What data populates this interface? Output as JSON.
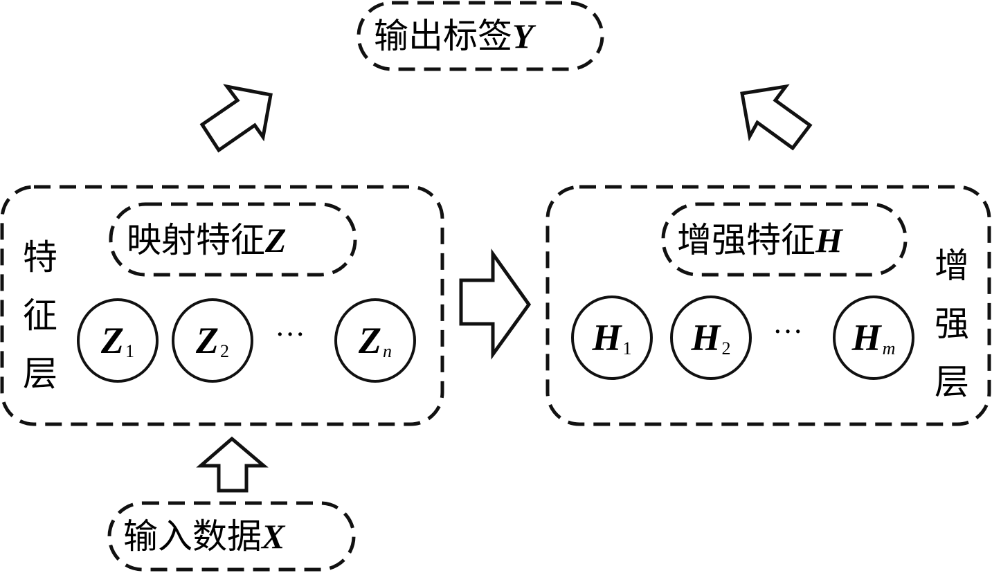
{
  "output_label": {
    "text": "输出标签",
    "var": "Y"
  },
  "input_label": {
    "text": "输入数据",
    "var": "X"
  },
  "feature_layer": {
    "side_label": [
      "特",
      "征",
      "层"
    ],
    "title": {
      "text": "映射特征",
      "var": "Z"
    },
    "nodes": [
      {
        "symbol": "Z",
        "sub": "1"
      },
      {
        "symbol": "Z",
        "sub": "2"
      },
      {
        "symbol": "Z",
        "sub": "n"
      }
    ],
    "ellipsis": "···"
  },
  "enhancement_layer": {
    "side_label": [
      "增",
      "强",
      "层"
    ],
    "title": {
      "text": "增强特征",
      "var": "H"
    },
    "nodes": [
      {
        "symbol": "H",
        "sub": "1"
      },
      {
        "symbol": "H",
        "sub": "2"
      },
      {
        "symbol": "H",
        "sub": "m"
      }
    ],
    "ellipsis": "···"
  },
  "arrows": [
    {
      "name": "input-to-feature",
      "direction": "up"
    },
    {
      "name": "feature-to-enhancement",
      "direction": "right"
    },
    {
      "name": "feature-to-output",
      "direction": "up-right"
    },
    {
      "name": "enhancement-to-output",
      "direction": "up-left"
    }
  ]
}
